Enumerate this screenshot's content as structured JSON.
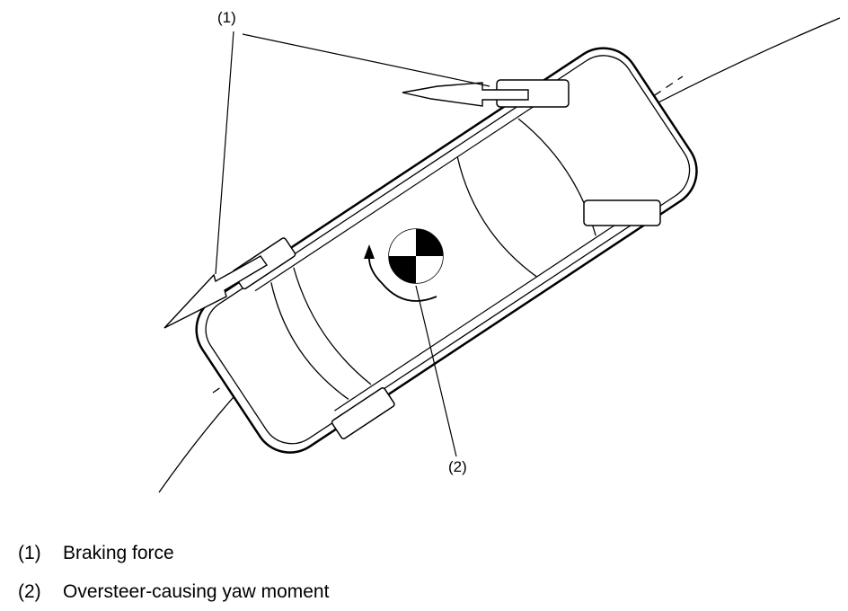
{
  "callouts": {
    "one": "(1)",
    "two": "(2)"
  },
  "legend": [
    {
      "number": "(1)",
      "text": "Braking force"
    },
    {
      "number": "(2)",
      "text": "Oversteer-causing yaw moment"
    }
  ]
}
